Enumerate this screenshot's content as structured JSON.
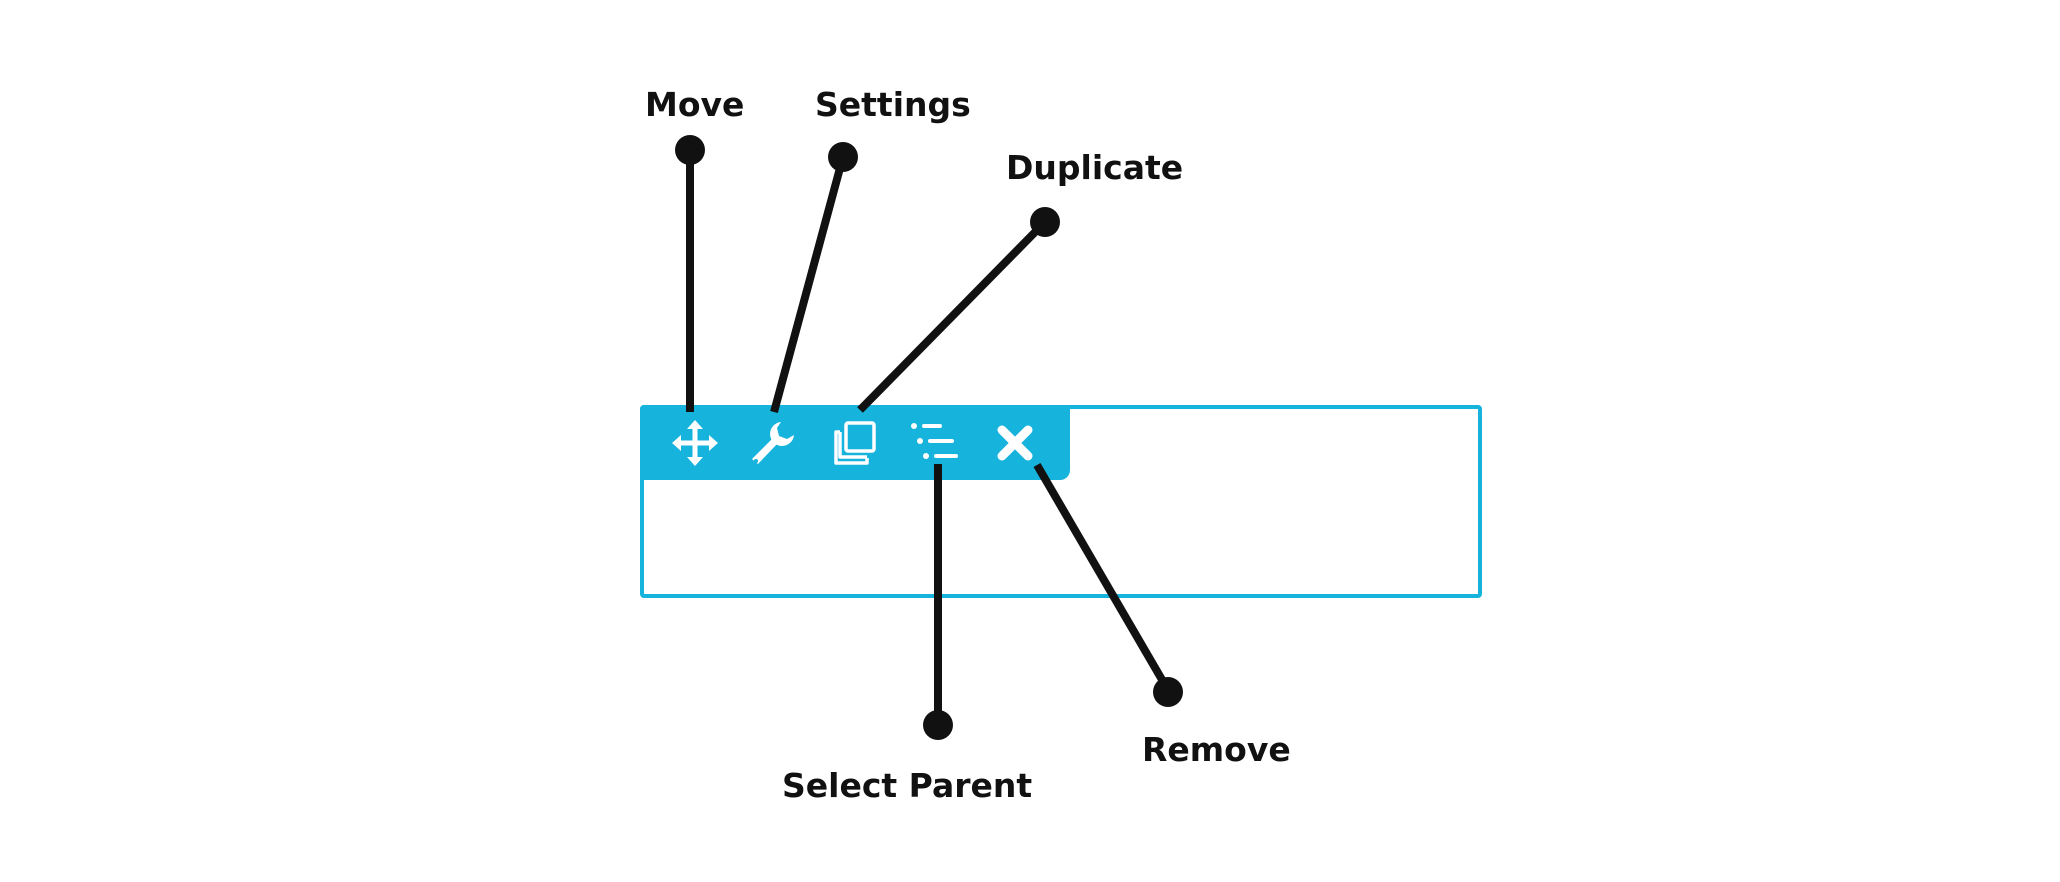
{
  "labels": {
    "move": "Move",
    "settings": "Settings",
    "duplicate": "Duplicate",
    "select_parent": "Select Parent",
    "remove": "Remove"
  },
  "toolbar": {
    "buttons": [
      {
        "name": "move",
        "icon": "move-icon"
      },
      {
        "name": "settings",
        "icon": "wrench-icon"
      },
      {
        "name": "duplicate",
        "icon": "duplicate-icon"
      },
      {
        "name": "select-parent",
        "icon": "select-parent-icon"
      },
      {
        "name": "remove",
        "icon": "close-icon"
      }
    ]
  },
  "colors": {
    "accent": "#16b3dc",
    "leader": "#111111",
    "icon": "#ffffff"
  }
}
